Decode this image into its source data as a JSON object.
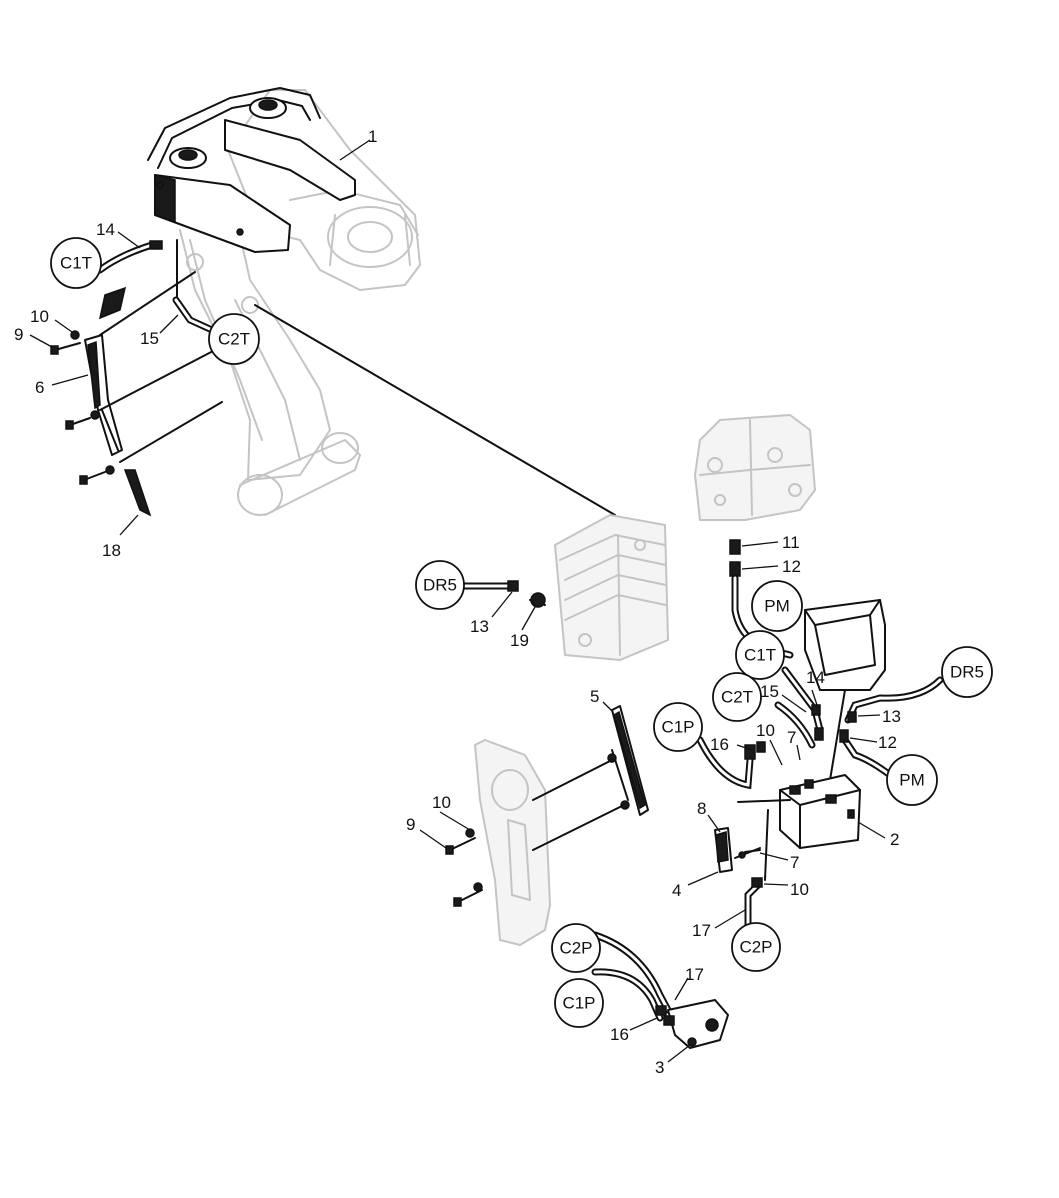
{
  "callouts": [
    "1",
    "14",
    "10",
    "9",
    "15",
    "6",
    "18",
    "11",
    "12",
    "13",
    "19",
    "5",
    "16",
    "10",
    "7",
    "14",
    "15",
    "13",
    "12",
    "10",
    "9",
    "8",
    "7",
    "2",
    "4",
    "10",
    "17",
    "17",
    "16",
    "3"
  ],
  "bubbles": [
    "C1T",
    "C2T",
    "DR5",
    "PM",
    "C1T",
    "C2T",
    "C1P",
    "DR5",
    "PM",
    "C2P",
    "C2P",
    "C1P"
  ]
}
